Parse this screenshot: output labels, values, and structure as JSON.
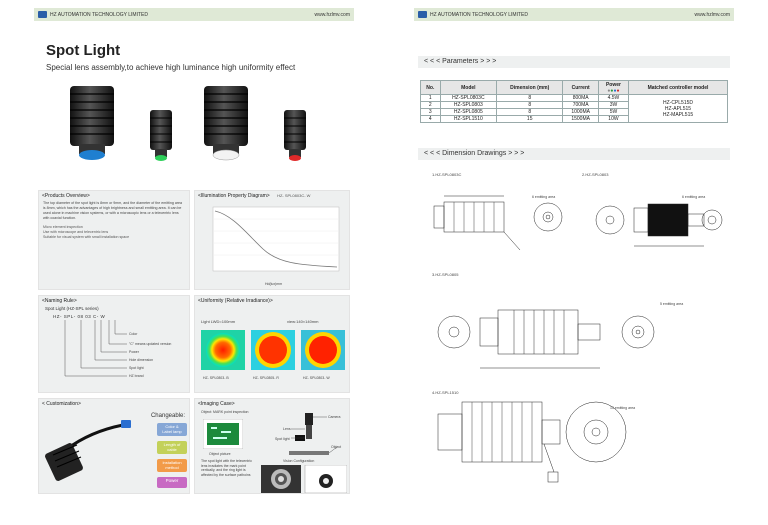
{
  "left": {
    "header": {
      "company": "HZ AUTOMATION TECHNOLOGY LIMITED",
      "url": "www.hzlmv.com"
    },
    "title": "Spot Light",
    "subtitle": "Special lens assembly,to achieve high luminance high uniformity effect",
    "overview": {
      "title": "<Products Overview>",
      "text": "The top diameter of the spot light is 8mm or 9mm, and the diameter of the emitting area is 8mm, which has the advantages of high brightness and small emitting area. It can be used alone in machine vision systems, or with a microscopic lens or a telecentric lens with coaxial function.",
      "bullets": [
        "Micro element inspection",
        "Use with microscope and telecentric lens",
        "Suitable for visual system with small installation space"
      ]
    },
    "illum": {
      "title": "<Illumination Property Diagram>",
      "model": "HZ- SPL0803C- W",
      "xlabel": "Hd(lux)mm"
    },
    "naming": {
      "title": "<Naming Rule>",
      "series": "Spot Light  (HZ-SPL series)",
      "code": "HZ- SPL- 08 03 C- W",
      "items": [
        "Color",
        "\"C\" means updated version",
        "Power",
        "Hole dimension",
        "Spot light",
        "HZ brand"
      ]
    },
    "uniformity": {
      "title": "<Uniformity (Relative Irradiance)>",
      "lwd": "Light LWD=100mm",
      "view": "view:140×140mm",
      "captions": [
        "HZ- SPL0803- B",
        "HZ- SPL0805- R",
        "HZ- SPL0803- W"
      ]
    },
    "custom": {
      "title": "< Customization>",
      "changeable": "Changeable:",
      "chips": [
        "Color &\nLabel lamp",
        "Length of\ncable",
        "Installation\nmethod",
        "Power"
      ]
    },
    "imaging": {
      "title": "<Imaging Case>",
      "case_title": "Object: MARK point inspection",
      "object_cap": "Object picture",
      "desc": "The spot light with the telecentric lens irradiates the mark point vertically, and the ring light is affected by the surface pathoins",
      "config_cap": "Vision Configuration",
      "labels": [
        "Camera",
        "Lens",
        "Spot light",
        "Object"
      ]
    }
  },
  "right": {
    "header": {
      "company": "HZ AUTOMATION TECHNOLOGY LIMITED",
      "url": "www.hzlmv.com"
    },
    "params_title": "< < <   Parameters  > > >",
    "table": {
      "headers": [
        "No.",
        "Model",
        "Dimension (mm)",
        "Current",
        "Power",
        "Matched controller model"
      ],
      "rows": [
        [
          "1",
          "HZ-SPL0803C",
          "8",
          "800MA",
          "4.5W"
        ],
        [
          "2",
          "HZ-SPL0803",
          "8",
          "700MA",
          "3W"
        ],
        [
          "3",
          "HZ-SPL0805",
          "8",
          "1000MA",
          "5W"
        ],
        [
          "4",
          "HZ-SPL1510",
          "15",
          "1500MA",
          "10W"
        ]
      ],
      "controllers": [
        "HZ-CPL515D",
        "HZ-APL515",
        "HZ-MAPL515"
      ]
    },
    "dims_title": "< < <  Dimension Drawings  > > >",
    "drawings": [
      "1.HZ-SPL0803C",
      "2.HZ-SPL0803",
      "3.HZ-SPL0805",
      "4.HZ-SPL1510"
    ],
    "notes": [
      "6 emitting area",
      "6 emitting area",
      "5 emitting area",
      "15 emitting area"
    ]
  },
  "colors": {
    "header_bg": "#dfe9d6",
    "box_bg": "#eef0f0",
    "chip1": "#86a7d6",
    "chip2": "#c3d15a",
    "chip3": "#f29b49",
    "chip4": "#c86ac3"
  }
}
